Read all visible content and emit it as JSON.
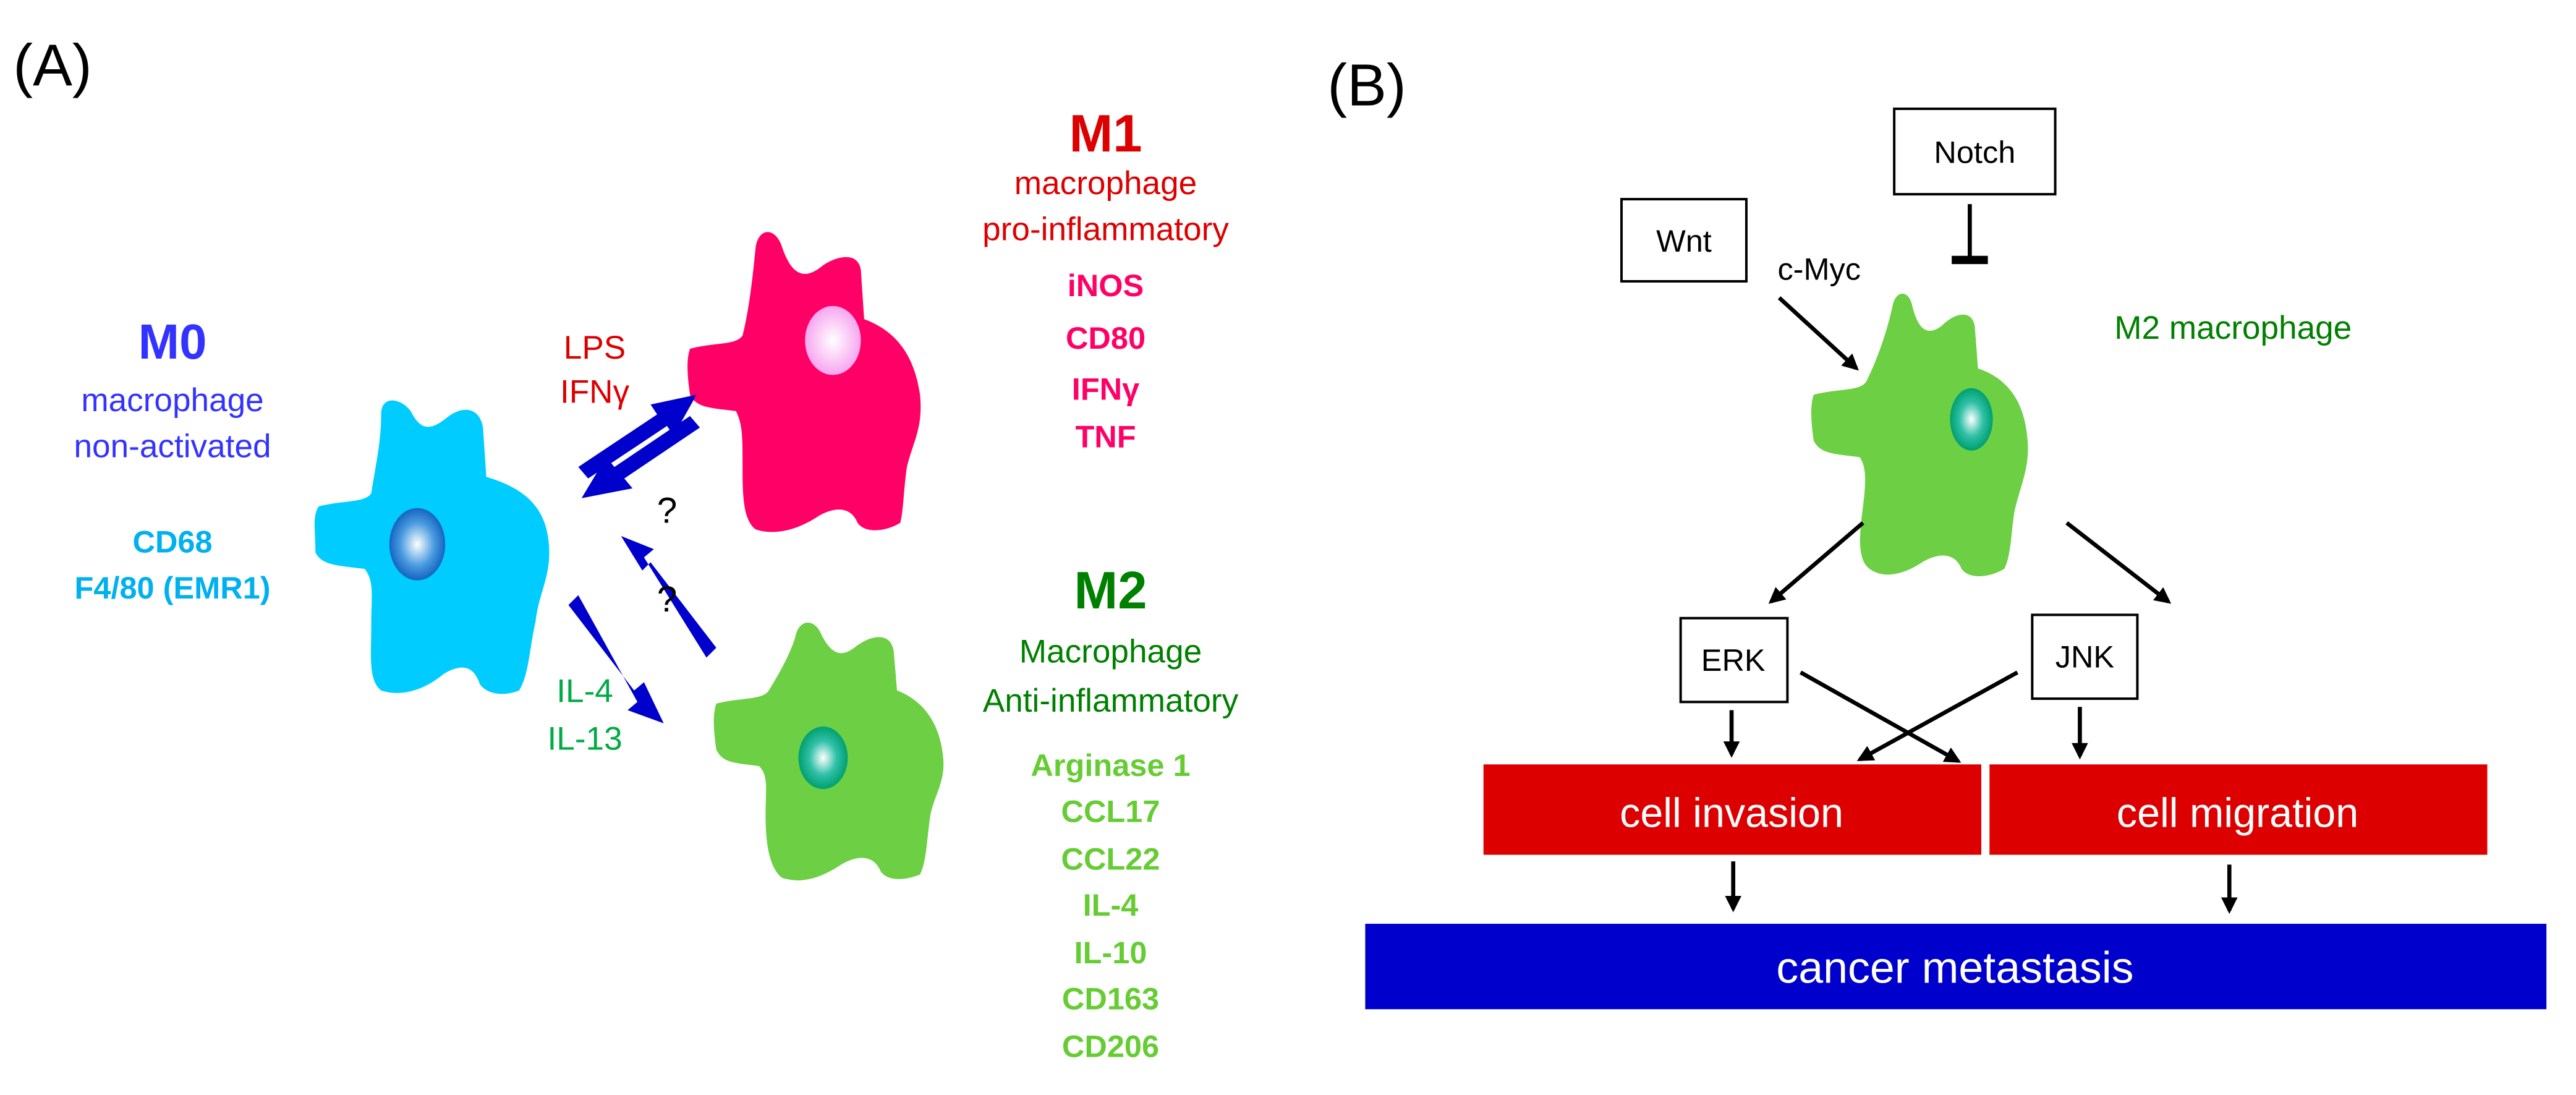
{
  "panel_a": {
    "label": "(A)",
    "m0": {
      "title": "M0",
      "subtitle_lines": [
        "macrophage",
        "non-activated"
      ],
      "markers": [
        "CD68",
        "F4/80 (EMR1)"
      ],
      "title_color": "#3333ff",
      "marker_color": "#00b0f0",
      "cell_color": "#00ccff",
      "nucleus_color": "#1e6fd0"
    },
    "m1": {
      "title": "M1",
      "subtitle_lines": [
        "macrophage",
        "pro-inflammatory"
      ],
      "markers": [
        "iNOS",
        "CD80",
        "IFNγ",
        "TNF"
      ],
      "title_color": "#dd0000",
      "marker_color": "#ff0066",
      "cell_color": "#ff0066",
      "nucleus_color": "#f7a6f0"
    },
    "m2": {
      "title": "M2",
      "subtitle_lines": [
        "Macrophage",
        "Anti-inflammatory"
      ],
      "markers": [
        "Arginase 1",
        "CCL17",
        "CCL22",
        "IL-4",
        "IL-10",
        "CD163",
        "CD206"
      ],
      "title_color": "#008000",
      "marker_color": "#66cc33",
      "cell_color": "#6ccf44",
      "nucleus_color": "#00a080"
    },
    "stimuli_m1": [
      "LPS",
      "IFNγ"
    ],
    "stimuli_m2": [
      "IL-4",
      "IL-13"
    ],
    "reverse_label_m1": "?",
    "reverse_label_m2": "?",
    "stimuli_m1_color": "#dd0000",
    "stimuli_m2_color": "#00aa44",
    "arrow_color": "#0000cc"
  },
  "panel_b": {
    "label": "(B)",
    "notch": "Notch",
    "wnt": "Wnt",
    "cmyc": "c-Myc",
    "cell_label": "M2 macrophage",
    "cell_label_color": "#008000",
    "erk": "ERK",
    "jnk": "JNK",
    "invasion": "cell invasion",
    "migration": "cell migration",
    "metastasis": "cancer metastasis",
    "red_box_color": "#dd0000",
    "blue_box_color": "#0000cc"
  }
}
